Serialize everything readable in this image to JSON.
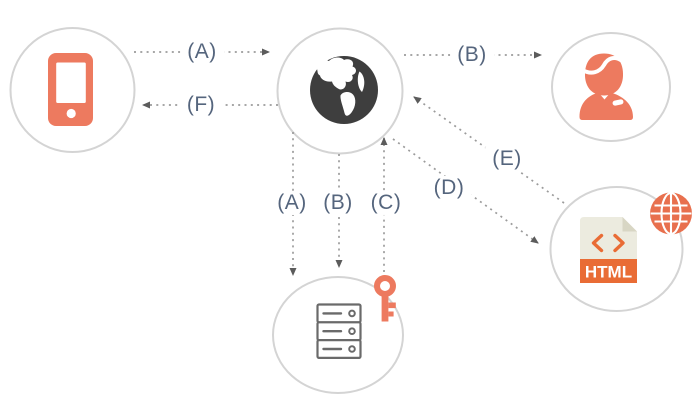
{
  "diagram": {
    "type": "flow-diagram",
    "colors": {
      "coral_icon": "#ed7a5f",
      "html_orange": "#e96c35",
      "web_badge_orange": "#e8704e",
      "label_slate": "#55657d",
      "dotted_line_gray": "#9b9b9b",
      "arrowhead_gray": "#5c5c5c",
      "node_ring_gray": "#d4d4d4",
      "globe_dark": "#3e3e3e",
      "file_body_cream": "#ecebdf",
      "file_fold_beige": "#d8d6c4",
      "server_outline_gray": "#6a6a6a"
    },
    "nodes": [
      {
        "id": "smartphone",
        "icon": "smartphone-icon"
      },
      {
        "id": "web-globe",
        "icon": "globe-icon"
      },
      {
        "id": "user",
        "icon": "person-icon"
      },
      {
        "id": "server",
        "icon": "server-rack-icon",
        "attachment_icon": "key-icon"
      },
      {
        "id": "html-document",
        "icon": "html-file-icon",
        "attachment_icon": "web-badge-icon",
        "file_label": "HTML"
      }
    ],
    "edges": [
      {
        "label": "(A)",
        "from": "smartphone",
        "to": "web-globe"
      },
      {
        "label": "(F)",
        "from": "web-globe",
        "to": "smartphone"
      },
      {
        "label": "(B)",
        "from": "web-globe",
        "to": "user"
      },
      {
        "label": "(A)",
        "from": "web-globe",
        "to": "server"
      },
      {
        "label": "(B)",
        "from": "web-globe",
        "to": "server"
      },
      {
        "label": "(C)",
        "from": "server-key",
        "to": "web-globe"
      },
      {
        "label": "(D)",
        "from": "web-globe",
        "to": "html-document"
      },
      {
        "label": "(E)",
        "from": "html-document",
        "to": "web-globe"
      }
    ]
  }
}
